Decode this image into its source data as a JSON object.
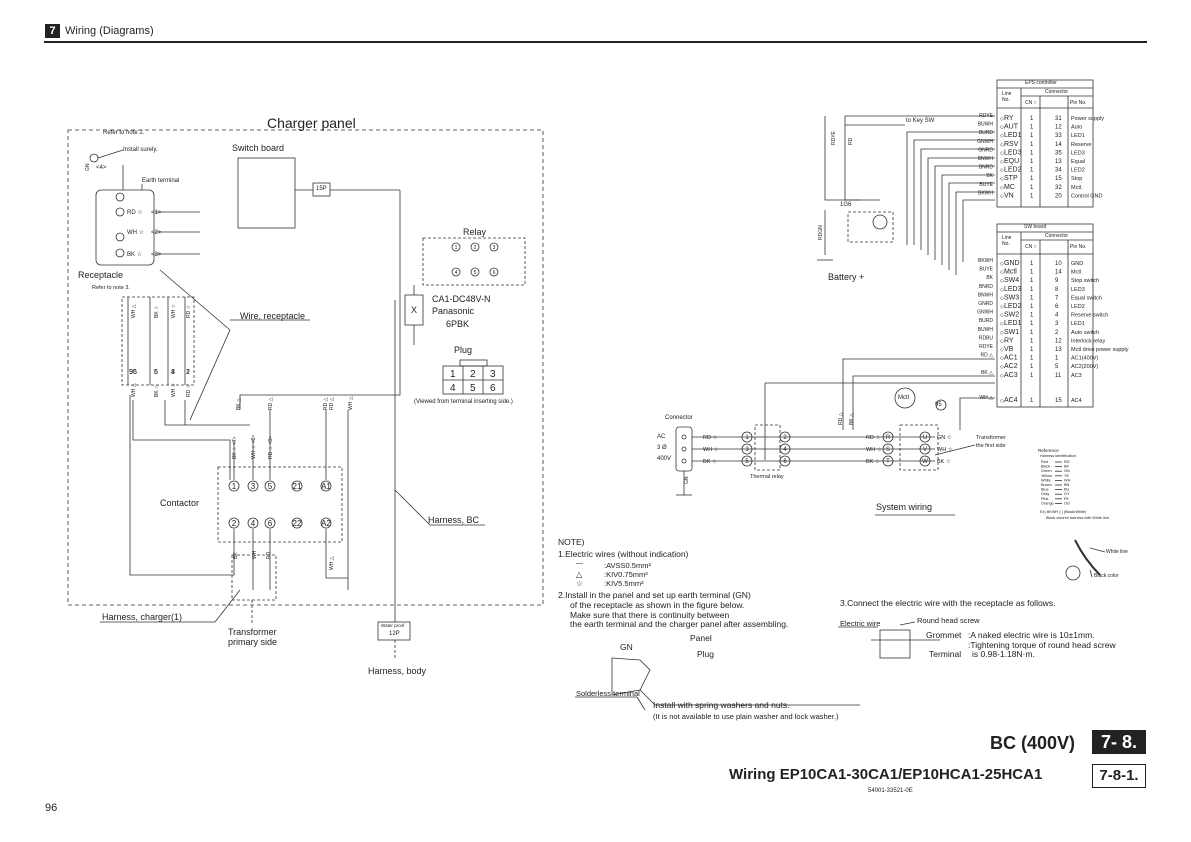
{
  "header": {
    "section_number": "7",
    "section_title": "Wiring (Diagrams)"
  },
  "page_number": "96",
  "footer": {
    "model_title": "BC (400V)",
    "model_code": "7- 8.",
    "wiring_title": "Wiring EP10CA1-30CA1/EP10HCA1-25HCA1",
    "wiring_code": "7-8-1.",
    "doc_number": "54001-33521-0E"
  },
  "charger": {
    "title": "Charger panel",
    "refer_note2": "Refer to note 2.",
    "install_surely": "Install surely.",
    "label_4": "<4>",
    "gn": "GN",
    "earth_terminal": "Earth terminal",
    "switch_board": "Switch board",
    "plug_15p": "15P",
    "receptacle": "Receptacle",
    "refer_note3": "Refer to note 3.",
    "wire_receptacle": "Wire, receptacle",
    "relay": "Relay",
    "relay_model": "CA1-DC48V-N",
    "relay_maker": "Panasonic",
    "relay_6pbk": "6PBK",
    "relay_x": "X",
    "plug": "Plug",
    "plug_pins": [
      "1",
      "2",
      "3",
      "4",
      "5",
      "6"
    ],
    "plug_note": "(Viewed from terminal inserting side.)",
    "contactor": "Contactor",
    "contactor_top": [
      "1",
      "3",
      "5",
      "21",
      "A1"
    ],
    "contactor_bottom": [
      "2",
      "4",
      "6",
      "22",
      "A2"
    ],
    "harness_bc": "Harness, BC",
    "harness_charger": "Harness, charger(1)",
    "transformer_primary_1": "Transformer",
    "transformer_primary_2": "primary side",
    "waterproof": "Water proof",
    "waterproof_12p": "12P",
    "harness_body": "Harness, body",
    "rec_wires": [
      {
        "c": "RD ☆",
        "n": "<1>"
      },
      {
        "c": "WH ☆",
        "n": "<2>"
      },
      {
        "c": "BK ☆",
        "n": "<3>"
      }
    ],
    "rec_block_top": [
      "96",
      "5",
      "3",
      "1"
    ],
    "rec_block_bottom": [
      "95",
      "6",
      "4",
      "2"
    ],
    "rec_top_labels": [
      "WH △",
      "BK ☆",
      "WH ☆",
      "RD ☆"
    ],
    "rec_bottom_labels": [
      "WH △",
      "BK ☆",
      "WH ☆",
      "RD ☆"
    ],
    "mid_labels": [
      "BK △",
      "RD △",
      "RD △",
      "RD △",
      "WH △"
    ],
    "cont_labels": [
      "BK ☆ <7>",
      "WH ☆ <8>",
      "RD ☆ <9>"
    ],
    "bottom_labels": [
      "BK",
      "WH",
      "RD",
      "WH △"
    ]
  },
  "notes": {
    "title": "NOTE)",
    "n1": "1.Electric wires (without indication)",
    "w1": ":AVSS0.5mm²",
    "w2": ":KIV0.75mm²",
    "w3": ":KIV5.5mm²",
    "n2_1": "2.Install in the panel and set up earth terminal (GN)",
    "n2_2": "of the receptacle as shown in the figure below.",
    "n2_3": "Make sure that there is continuity between",
    "n2_4": "the earth terminal and the charger panel after assembling.",
    "panel": "Panel",
    "gn": "GN",
    "plug": "Plug",
    "solderless": "Solderless terminal",
    "spring1": "Install with spring washers and nuts.",
    "spring2": "(It is not available to use plain washer and lock washer.)",
    "n3": "3.Connect the electric wire with the receptacle as follows.",
    "electric_wire": "Electric wire",
    "round_head": "Round head screw",
    "grommet": "Grommet",
    "terminal": "Terminal",
    "naked": ":A naked electric wire is 10±1mm.",
    "torque1": ":Tightening torque of round head screw",
    "torque2": "is 0.98-1.18N·m."
  },
  "eps": {
    "title": "EPS controller",
    "line_no": "Line No.",
    "connector": "Connector",
    "cn": "CN ○",
    "pin": "Pin No.",
    "to_key": "to Key SW",
    "battery": "Battery +",
    "fuse": "1G6",
    "rows": [
      {
        "w": "RDYE",
        "l": "RY",
        "c": "1",
        "p": "31",
        "d": "Power supply"
      },
      {
        "w": "BUWH",
        "l": "AUT",
        "c": "1",
        "p": "12",
        "d": "Auto"
      },
      {
        "w": "BURD",
        "l": "LED1",
        "c": "1",
        "p": "33",
        "d": "LED1"
      },
      {
        "w": "GNWH",
        "l": "RSV",
        "c": "1",
        "p": "14",
        "d": "Reserve"
      },
      {
        "w": "GNRD",
        "l": "LED3",
        "c": "1",
        "p": "35",
        "d": "LED3"
      },
      {
        "w": "BNWH",
        "l": "EQU",
        "c": "1",
        "p": "13",
        "d": "Equal"
      },
      {
        "w": "BNRD",
        "l": "LED2",
        "c": "1",
        "p": "34",
        "d": "LED2"
      },
      {
        "w": "BK",
        "l": "STP",
        "c": "1",
        "p": "15",
        "d": "Stop"
      },
      {
        "w": "BUYE",
        "l": "MC",
        "c": "1",
        "p": "32",
        "d": "Mctl."
      },
      {
        "w": "BKWH",
        "l": "VN",
        "c": "1",
        "p": "20",
        "d": "Control GND"
      }
    ]
  },
  "swb": {
    "title": "SW board",
    "line_no": "Line No.",
    "connector": "Connector",
    "cn": "CN ○",
    "pin": "Pin No.",
    "rows": [
      {
        "w": "BKWH",
        "l": "GND",
        "c": "1",
        "p": "10",
        "d": "GND"
      },
      {
        "w": "BUYE",
        "l": "Mctl",
        "c": "1",
        "p": "14",
        "d": "Mctl"
      },
      {
        "w": "BK",
        "l": "SW4",
        "c": "1",
        "p": "9",
        "d": "Stop switch"
      },
      {
        "w": "BNRD",
        "l": "LED3",
        "c": "1",
        "p": "8",
        "d": "LED3"
      },
      {
        "w": "BNWH",
        "l": "SW3",
        "c": "1",
        "p": "7",
        "d": "Equal switch"
      },
      {
        "w": "GNRD",
        "l": "LED2",
        "c": "1",
        "p": "6",
        "d": "LED2"
      },
      {
        "w": "GNWH",
        "l": "SW2",
        "c": "1",
        "p": "4",
        "d": "Reserve switch"
      },
      {
        "w": "BURD",
        "l": "LED1",
        "c": "1",
        "p": "3",
        "d": "LED1"
      },
      {
        "w": "BUWH",
        "l": "SW1",
        "c": "1",
        "p": "2",
        "d": "Auto switch"
      },
      {
        "w": "RDBU",
        "l": "RY",
        "c": "1",
        "p": "12",
        "d": "Interlock relay"
      },
      {
        "w": "RDYE",
        "l": "VB",
        "c": "1",
        "p": "13",
        "d": "Mctl drive power supply"
      },
      {
        "w": "RD △",
        "l": "AC1",
        "c": "1",
        "p": "1",
        "d": "AC1(400V)"
      },
      {
        "w": "",
        "l": "AC2",
        "c": "1",
        "p": "5",
        "d": "AC2(200V)"
      },
      {
        "w": "BK △",
        "l": "AC3",
        "c": "1",
        "p": "11",
        "d": "AC3"
      },
      {
        "w": "WH △",
        "l": "AC4",
        "c": "1",
        "p": "15",
        "d": "AC4"
      }
    ]
  },
  "system": {
    "connector": "Connector",
    "ac": "AC",
    "phase": "3 Ø",
    "v400": "400V",
    "gn": "GN",
    "thermal": "Thermal relay",
    "transformer1": "Transformer",
    "transformer2": "the first side",
    "system_wiring": "System wiring",
    "mctl": "Mctl",
    "n95": "95",
    "left_wires": [
      "RD ☆",
      "WH ☆",
      "BK ☆"
    ],
    "nums_l": [
      "1",
      "3",
      "5"
    ],
    "nums_r": [
      "2",
      "4",
      "6"
    ],
    "mid_wires": [
      "RD ☆",
      "WH ☆",
      "BK ☆"
    ],
    "rst": [
      "R",
      "S",
      "T"
    ],
    "uvw": [
      "U",
      "V",
      "W"
    ],
    "right_wires": [
      "GN ☆",
      "WH ☆",
      "BK ☆"
    ],
    "vert": [
      "RDYE",
      "RD",
      "RDGN",
      "RD △",
      "BK △"
    ]
  },
  "reference": {
    "title": "Reference",
    "sub": "Harness identification",
    "colors": [
      [
        "Red",
        "RD"
      ],
      [
        "Black",
        "BK"
      ],
      [
        "Green",
        "GN"
      ],
      [
        "Yellow",
        "YE"
      ],
      [
        "White",
        "WH"
      ],
      [
        "Brown",
        "BN"
      ],
      [
        "Blue",
        "BU"
      ],
      [
        "Gray",
        "GY"
      ],
      [
        "Pink",
        "PK"
      ],
      [
        "Orange",
        "OG"
      ]
    ],
    "ex1": "Ex) BKWH ( ) (Black/White)",
    "ex2": "Black colored harness with White line.",
    "white_line": "White line",
    "black_color": "Black color"
  }
}
